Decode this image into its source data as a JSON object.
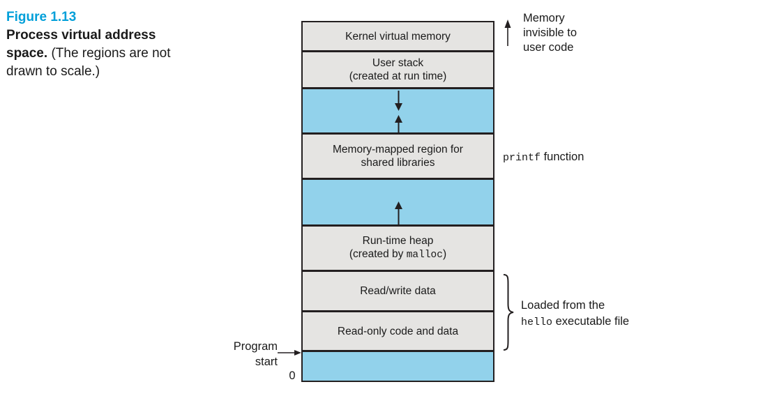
{
  "caption": {
    "figure_label": "Figure 1.13",
    "title_line1": "Process virtual address",
    "title_line2": "space.",
    "note_line1": "(The regions are not",
    "note_line2": "drawn to scale.)"
  },
  "memory_map": {
    "regions": [
      {
        "id": "kernel-virtual-memory",
        "label": "Kernel virtual memory"
      },
      {
        "id": "user-stack",
        "line1": "User stack",
        "line2": "(created at run time)"
      },
      {
        "id": "stack-growth-gap"
      },
      {
        "id": "shared-libraries",
        "line1": "Memory-mapped region for",
        "line2": "shared libraries"
      },
      {
        "id": "heap-growth-gap"
      },
      {
        "id": "runtime-heap",
        "line1": "Run-time heap",
        "line2_prefix": "(created by ",
        "line2_code": "malloc",
        "line2_suffix": ")"
      },
      {
        "id": "read-write-data",
        "label": "Read/write data"
      },
      {
        "id": "read-only-code",
        "label": "Read-only code and data"
      },
      {
        "id": "bottom-gap"
      }
    ],
    "origin_label": "0"
  },
  "annotations": {
    "memory_invisible": {
      "line1": "Memory",
      "line2": "invisible to",
      "line3": "user code"
    },
    "printf_label": {
      "code": "printf",
      "text": " function"
    },
    "loaded_label": {
      "line1": "Loaded from the",
      "line2_code": "hello",
      "line2_text": " executable file"
    },
    "program_start": {
      "line1": "Program",
      "line2": "start"
    }
  },
  "colors": {
    "blue_region": "#92d2eb",
    "gray_region": "#e5e4e2",
    "border": "#231f20",
    "figure_label": "#009fd9",
    "text": "#1a1a1a"
  }
}
